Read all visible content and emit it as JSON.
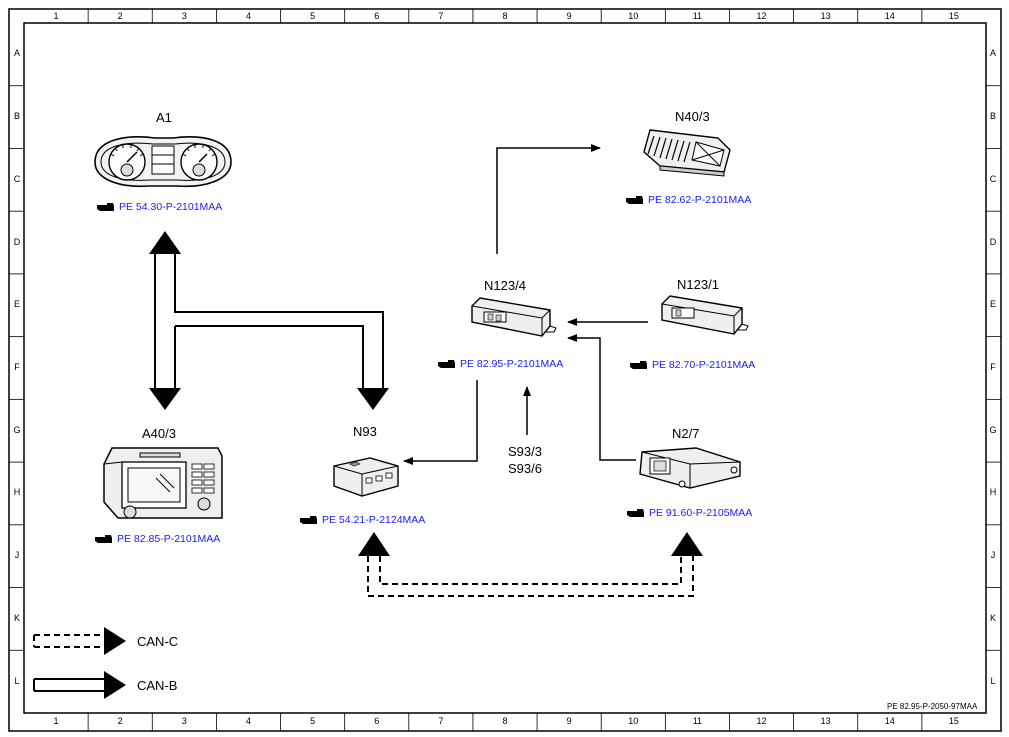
{
  "grid": {
    "columns": [
      "1",
      "2",
      "3",
      "4",
      "5",
      "6",
      "7",
      "8",
      "9",
      "10",
      "11",
      "12",
      "13",
      "14",
      "15"
    ],
    "rows": [
      "A",
      "B",
      "C",
      "D",
      "E",
      "F",
      "G",
      "H",
      "J",
      "K",
      "L"
    ]
  },
  "components": {
    "a1": {
      "label": "A1",
      "ref": "PE 54.30-P-2101MAA"
    },
    "a40_3": {
      "label": "A40/3",
      "ref": "PE 82.85-P-2101MAA"
    },
    "n93": {
      "label": "N93",
      "ref": "PE 54.21-P-2124MAA"
    },
    "n123_4": {
      "label": "N123/4",
      "ref": "PE 82.95-P-2101MAA"
    },
    "n40_3": {
      "label": "N40/3",
      "ref": "PE 82.62-P-2101MAA"
    },
    "n123_1": {
      "label": "N123/1",
      "ref": "PE 82.70-P-2101MAA"
    },
    "n2_7": {
      "label": "N2/7",
      "ref": "PE 91.60-P-2105MAA"
    },
    "s93": {
      "line1": "S93/3",
      "line2": "S93/6"
    }
  },
  "legend": {
    "can_c": "CAN-C",
    "can_b": "CAN-B"
  },
  "document_ref": "PE 82.95-P-2050-97MAA",
  "colors": {
    "link": "#1a1aff",
    "line": "#000000"
  }
}
